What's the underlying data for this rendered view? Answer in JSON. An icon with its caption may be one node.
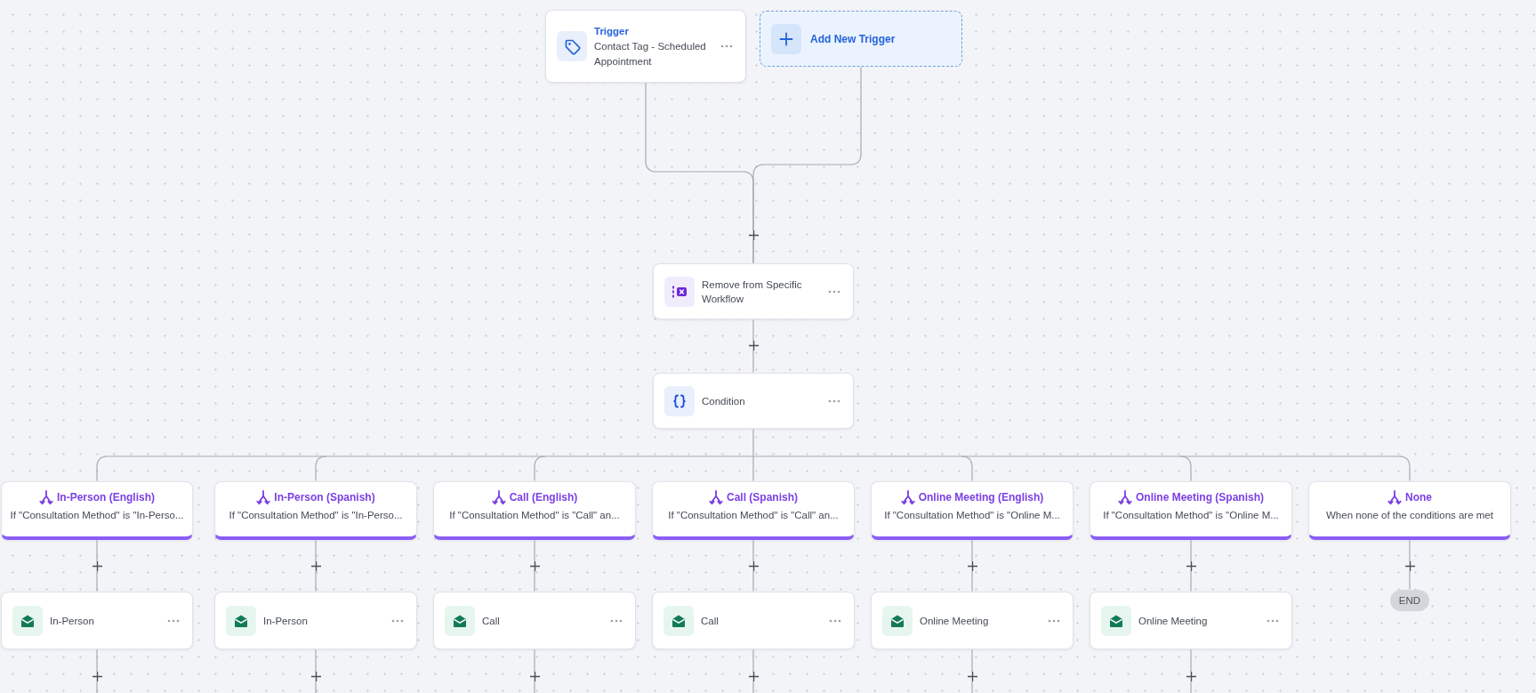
{
  "diagram": {
    "nodes": [
      {
        "text": [
          "Trigger",
          "Contact Tag - Scheduled Appointment"
        ]
      },
      {
        "text": [
          "Add New Trigger"
        ]
      },
      {
        "text": [
          "Remove from Specific Workflow"
        ]
      },
      {
        "text": [
          "Condition"
        ]
      },
      {
        "text": [
          "In-Person (English)",
          "If \"Consultation Method\" is \"In-Perso..."
        ]
      },
      {
        "text": [
          "In-Person (Spanish)",
          "If \"Consultation Method\" is \"In-Perso..."
        ]
      },
      {
        "text": [
          "Call (English)",
          "If \"Consultation Method\" is \"Call\" an..."
        ]
      },
      {
        "text": [
          "Call (Spanish)",
          "If \"Consultation Method\" is \"Call\" an..."
        ]
      },
      {
        "text": [
          "Online Meeting (English)",
          "If \"Consultation Method\" is \"Online M..."
        ]
      },
      {
        "text": [
          "Online Meeting (Spanish)",
          "If \"Consultation Method\" is \"Online M..."
        ]
      },
      {
        "text": [
          "None",
          "When none of the conditions are met"
        ]
      },
      {
        "text": [
          "In-Person"
        ]
      },
      {
        "text": [
          "In-Person"
        ]
      },
      {
        "text": [
          "Call"
        ]
      },
      {
        "text": [
          "Call"
        ]
      },
      {
        "text": [
          "Online Meeting"
        ]
      },
      {
        "text": [
          "Online Meeting"
        ]
      },
      {
        "text": [
          "END"
        ]
      }
    ],
    "edges": [
      {
        "from": 0,
        "to": 2,
        "arrow": "none"
      },
      {
        "from": 1,
        "to": 2,
        "arrow": "none"
      },
      {
        "from": 2,
        "to": 3,
        "arrow": "none"
      },
      {
        "from": 3,
        "to": 4,
        "arrow": "none"
      },
      {
        "from": 3,
        "to": 5,
        "arrow": "none"
      },
      {
        "from": 3,
        "to": 6,
        "arrow": "none"
      },
      {
        "from": 3,
        "to": 7,
        "arrow": "none"
      },
      {
        "from": 3,
        "to": 8,
        "arrow": "none"
      },
      {
        "from": 3,
        "to": 9,
        "arrow": "none"
      },
      {
        "from": 3,
        "to": 10,
        "arrow": "none"
      },
      {
        "from": 4,
        "to": 11,
        "arrow": "none"
      },
      {
        "from": 5,
        "to": 12,
        "arrow": "none"
      },
      {
        "from": 6,
        "to": 13,
        "arrow": "none"
      },
      {
        "from": 7,
        "to": 14,
        "arrow": "none"
      },
      {
        "from": 8,
        "to": 15,
        "arrow": "none"
      },
      {
        "from": 9,
        "to": 16,
        "arrow": "none"
      },
      {
        "from": 10,
        "to": 17,
        "arrow": "none"
      },
      {
        "from": 11,
        "to": null,
        "arrow": "none"
      },
      {
        "from": 12,
        "to": null,
        "arrow": "none"
      },
      {
        "from": 13,
        "to": null,
        "arrow": "none"
      },
      {
        "from": 14,
        "to": null,
        "arrow": "none"
      },
      {
        "from": 15,
        "to": null,
        "arrow": "none"
      },
      {
        "from": 16,
        "to": null,
        "arrow": "none"
      }
    ]
  }
}
